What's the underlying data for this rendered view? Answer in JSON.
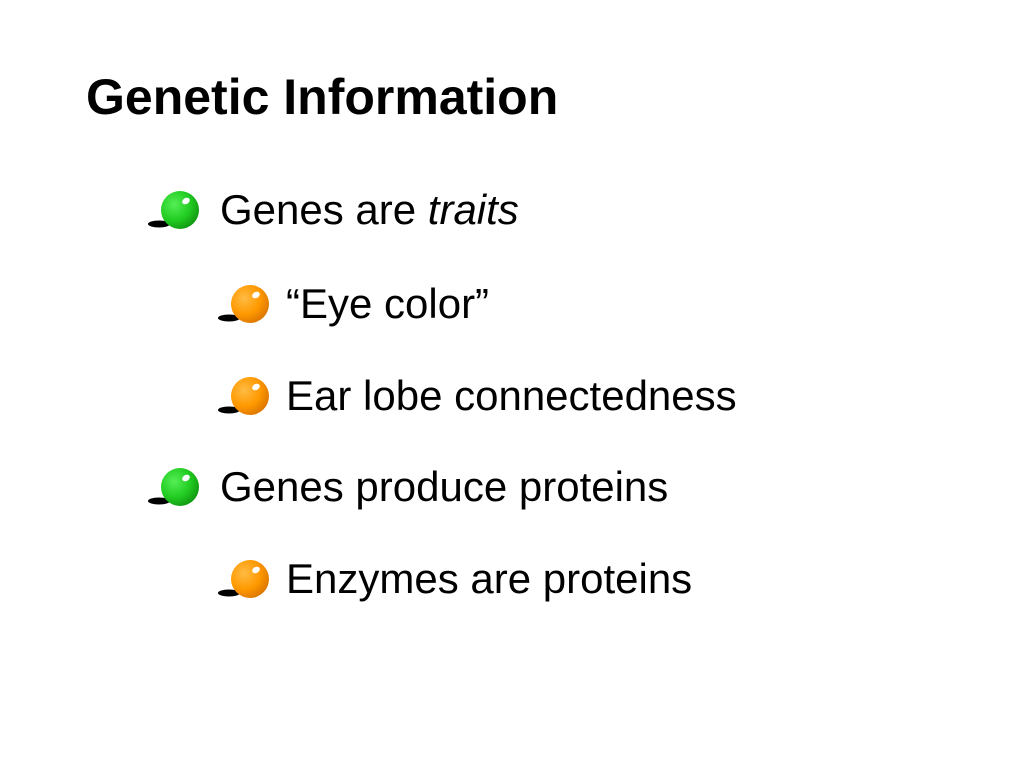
{
  "slide": {
    "title": "Genetic Information"
  },
  "colors": {
    "level1_bullet": "#22cc22",
    "level2_bullet": "#ff9900",
    "bullet_shadow": "#000000",
    "text": "#000000",
    "background": "#ffffff"
  },
  "icons": {
    "level1": "green-ball-bullet-icon",
    "level2": "orange-ball-bullet-icon"
  },
  "bullets": [
    {
      "level": 1,
      "text": "Genes are ",
      "emphasis": "traits"
    },
    {
      "level": 2,
      "text": "“Eye color”",
      "emphasis": ""
    },
    {
      "level": 2,
      "text": "Ear lobe connectedness",
      "emphasis": ""
    },
    {
      "level": 1,
      "text": "Genes produce proteins",
      "emphasis": ""
    },
    {
      "level": 2,
      "text": "Enzymes are proteins",
      "emphasis": ""
    }
  ]
}
